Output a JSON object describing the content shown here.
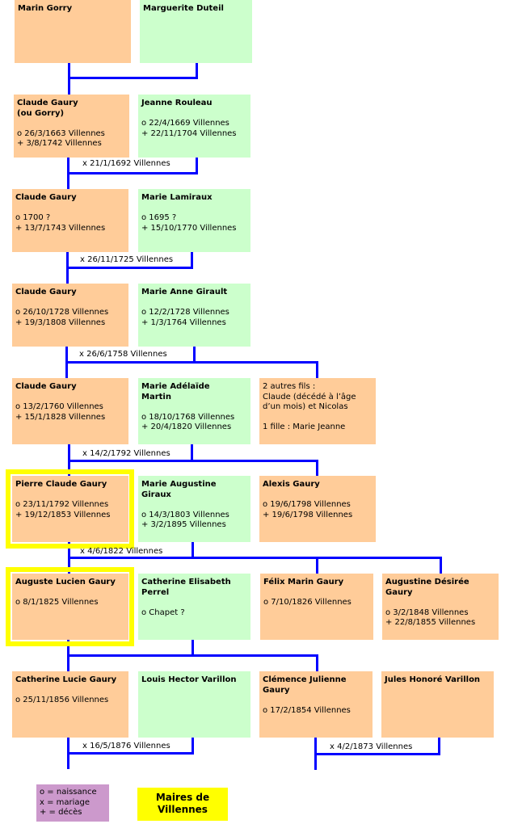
{
  "colors": {
    "paternal": "#FFCC99",
    "spouse": "#CCFFCC",
    "line": "#0000FF",
    "mayor": "#FFFF00",
    "legend": "#CC99CC"
  },
  "boxes": [
    {
      "name": "Marin Gorry",
      "events": []
    },
    {
      "name": "Marguerite Duteil",
      "events": []
    },
    {
      "name": "Claude Gaury\n(ou Gorry)",
      "events": [
        "o 26/3/1663 Villennes",
        "+ 3/8/1742 Villennes"
      ]
    },
    {
      "name": "Jeanne Rouleau",
      "events": [
        "o 22/4/1669 Villennes",
        "+ 22/11/1704 Villennes"
      ]
    },
    {
      "name": "Claude Gaury",
      "events": [
        "o 1700 ?",
        "+ 13/7/1743 Villennes"
      ]
    },
    {
      "name": "Marie Lamiraux",
      "events": [
        "o 1695 ?",
        "+ 15/10/1770 Villennes"
      ]
    },
    {
      "name": "Claude Gaury",
      "events": [
        "o 26/10/1728 Villennes",
        "+ 19/3/1808 Villennes"
      ]
    },
    {
      "name": "Marie Anne Girault",
      "events": [
        "o 12/2/1728 Villennes",
        "+ 1/3/1764 Villennes"
      ]
    },
    {
      "name": "Claude Gaury",
      "events": [
        "o 13/2/1760 Villennes",
        "+ 15/1/1828 Villennes"
      ]
    },
    {
      "name": "Marie Adélaïde\nMartin",
      "events": [
        "o 18/10/1768 Villennes",
        "+ 20/4/1820 Villennes"
      ]
    },
    {
      "note": "2 autres fils :\nClaude  (décédé à l’âge\nd’un mois) et Nicolas\n\n1 fille : Marie Jeanne"
    },
    {
      "name": "Pierre Claude Gaury",
      "events": [
        "o 23/11/1792 Villennes",
        "+ 19/12/1853 Villennes"
      ],
      "mayor": true
    },
    {
      "name": "Marie Augustine\nGiraux",
      "events": [
        "o 14/3/1803 Villennes",
        "+ 3/2/1895 Villennes"
      ]
    },
    {
      "name": "Alexis Gaury",
      "events": [
        "o 19/6/1798 Villennes",
        "+ 19/6/1798 Villennes"
      ]
    },
    {
      "name": "Auguste Lucien Gaury",
      "events": [
        "o 8/1/1825 Villennes"
      ],
      "mayor": true
    },
    {
      "name": "Catherine Elisabeth\nPerrel",
      "events": [
        "o Chapet ?"
      ]
    },
    {
      "name": "Félix Marin Gaury",
      "events": [
        "o 7/10/1826 Villennes"
      ]
    },
    {
      "name": "Augustine Désirée\nGaury",
      "events": [
        "o 3/2/1848 Villennes",
        "+ 22/8/1855 Villennes"
      ]
    },
    {
      "name": "Catherine Lucie Gaury",
      "events": [
        "o 25/11/1856 Villennes"
      ]
    },
    {
      "name": "Louis Hector Varillon",
      "events": []
    },
    {
      "name": "Clémence Julienne\nGaury",
      "events": [
        "o 17/2/1854 Villennes"
      ]
    },
    {
      "name": "Jules Honoré Varillon",
      "events": []
    }
  ],
  "marriages": [
    "x 21/1/1692 Villennes",
    "x 26/11/1725 Villennes",
    "x 26/6/1758 Villennes",
    "x 14/2/1792 Villennes",
    "x 4/6/1822 Villennes",
    "x 16/5/1876 Villennes",
    "x 4/2/1873 Villennes"
  ],
  "legend": {
    "lines": [
      "o = naissance",
      "x = mariage",
      "+ = décès"
    ],
    "mayors": "Maires de\nVillennes"
  }
}
